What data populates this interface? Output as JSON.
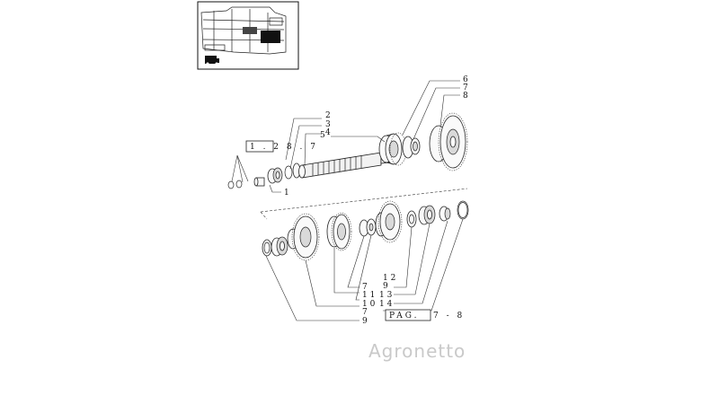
{
  "diagram": {
    "type": "exploded-parts-view",
    "reference_box": "1 . 2 8 . 7",
    "page_ref": {
      "box": "PAG.",
      "value": "7 - 8"
    },
    "watermark": "Agronetto",
    "part_numbers": {
      "p1": "1",
      "p2": "2",
      "p3": "3",
      "p4": "4",
      "p5": "5",
      "p6": "6",
      "p7": "7",
      "p8": "8",
      "l_12": "1 2",
      "l_9a": "9",
      "l_7": "7",
      "l_11": "1 1",
      "l_13": "1 3",
      "l_10": "1 0",
      "l_14": "1 4",
      "l_7b": "7",
      "l_9b": "9"
    }
  }
}
